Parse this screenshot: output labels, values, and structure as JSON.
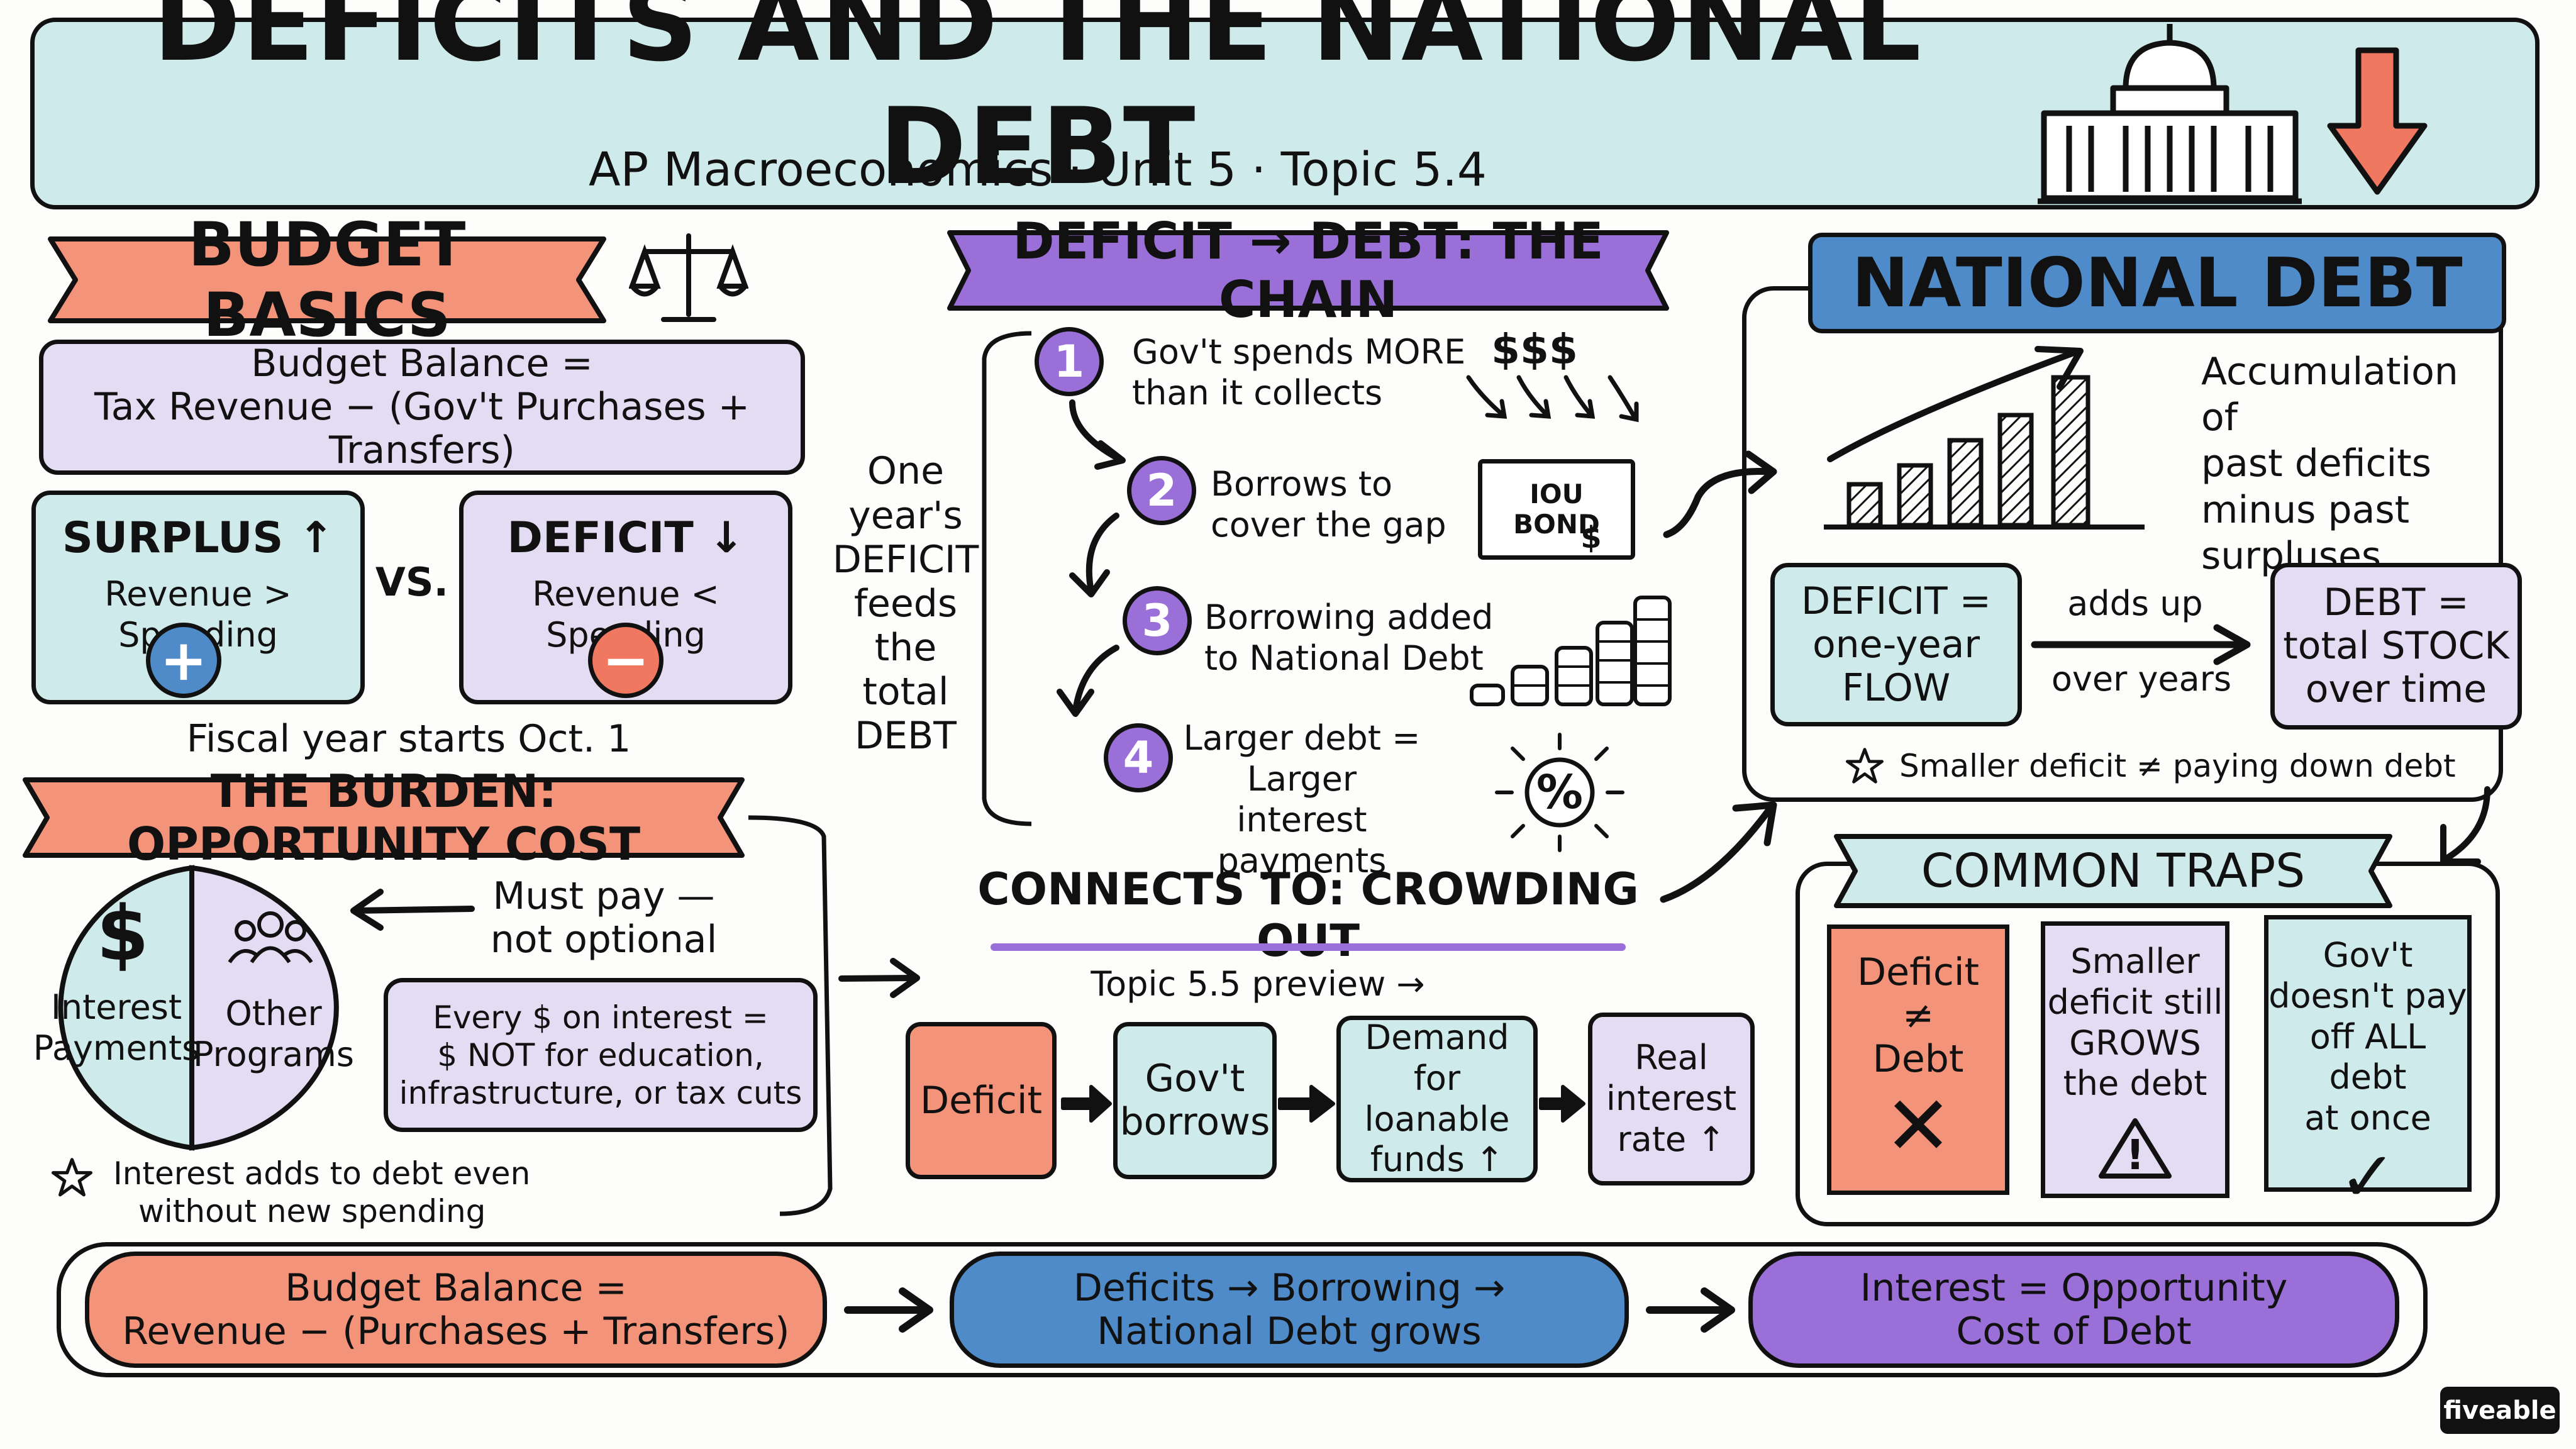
{
  "header": {
    "title": "DEFICITS AND THE NATIONAL DEBT",
    "subtitle": "AP Macroeconomics · Unit 5 · Topic 5.4"
  },
  "budget_basics": {
    "heading": "BUDGET BASICS",
    "formula_line1": "Budget Balance =",
    "formula_line2": "Tax Revenue − (Gov't Purchases + Transfers)",
    "surplus_title": "SURPLUS ↑",
    "surplus_desc": "Revenue > Spending",
    "surplus_sign": "+",
    "vs": "VS.",
    "deficit_title": "DEFICIT ↓",
    "deficit_desc": "Revenue < Spending",
    "deficit_sign": "−",
    "fiscal_note": "Fiscal year starts Oct. 1"
  },
  "burden": {
    "heading": "THE BURDEN: OPPORTUNITY COST",
    "pie_left_symbol": "$",
    "pie_left_line1": "Interest",
    "pie_left_line2": "Payments",
    "pie_right_line1": "Other",
    "pie_right_line2": "Programs",
    "must_pay_line1": "Must pay —",
    "must_pay_line2": "not optional",
    "box_line1": "Every $ on interest =",
    "box_line2": "$ NOT for education,",
    "box_line3": "infrastructure, or tax cuts",
    "note_line1": "Interest adds to debt even",
    "note_line2": "without new spending"
  },
  "chain": {
    "heading": "DEFICIT → DEBT: THE CHAIN",
    "side_lines": [
      "One",
      "year's",
      "DEFICIT",
      "feeds",
      "the",
      "total",
      "DEBT"
    ],
    "steps": [
      {
        "num": "1",
        "line1": "Gov't spends MORE",
        "line2": "than it collects"
      },
      {
        "num": "2",
        "line1": "Borrows to",
        "line2": "cover the gap"
      },
      {
        "num": "3",
        "line1": "Borrowing added",
        "line2": "to National Debt"
      },
      {
        "num": "4",
        "line1": "Larger debt =",
        "line2": "Larger interest",
        "line3": "payments"
      }
    ],
    "money_icon": "$$$",
    "bond_line1": "IOU",
    "bond_line2": "BOND",
    "bond_dollar": "$",
    "percent": "%"
  },
  "crowding": {
    "heading": "CONNECTS TO: CROWDING OUT",
    "preview": "Topic 5.5 preview →",
    "flow": [
      {
        "line1": "Deficit"
      },
      {
        "line1": "Gov't",
        "line2": "borrows"
      },
      {
        "line1": "Demand for",
        "line2": "loanable",
        "line3": "funds ↑"
      },
      {
        "line1": "Real",
        "line2": "interest",
        "line3": "rate ↑"
      }
    ]
  },
  "national_debt": {
    "heading": "NATIONAL DEBT",
    "accum_lines": [
      "Accumulation of",
      "past deficits",
      "minus past",
      "surpluses"
    ],
    "deficit_box": [
      "DEFICIT =",
      "one-year",
      "FLOW"
    ],
    "adds_up": "adds up",
    "over_years": "over years",
    "debt_box": [
      "DEBT =",
      "total STOCK",
      "over time"
    ],
    "note": "Smaller deficit ≠ paying down debt"
  },
  "traps": {
    "heading": "COMMON TRAPS",
    "cards": [
      {
        "lines": [
          "Deficit",
          "≠",
          "Debt"
        ],
        "mark": "✕"
      },
      {
        "lines": [
          "Smaller",
          "deficit still",
          "GROWS",
          "the debt"
        ],
        "mark": "!"
      },
      {
        "lines": [
          "Gov't",
          "doesn't pay",
          "off ALL debt",
          "at once"
        ],
        "mark": "✓"
      }
    ]
  },
  "summary": {
    "pill1_line1": "Budget Balance =",
    "pill1_line2": "Revenue − (Purchases + Transfers)",
    "pill2_line1": "Deficits → Borrowing →",
    "pill2_line2": "National Debt grows",
    "pill3_line1": "Interest = Opportunity",
    "pill3_line2": "Cost of Debt"
  },
  "brand": "fiveable",
  "colors": {
    "mint": "#cfeaea",
    "lavender": "#e3dcf3",
    "salmon": "#f39379",
    "blue": "#4f8ac9",
    "purple": "#9b6fd8",
    "ink": "#111111"
  }
}
